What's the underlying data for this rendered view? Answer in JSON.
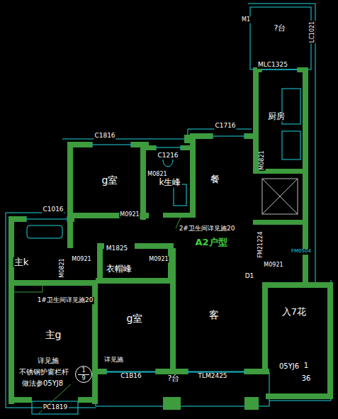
{
  "diagram": {
    "nodes": [
      {
        "text": [
          "1",
          "9"
        ]
      }
    ],
    "labels": [
      "?台",
      "M1",
      "LC1021",
      "MLC1325",
      "厨房",
      "M0821",
      "C1716",
      "C1816",
      "C1216",
      "g室",
      "餐",
      "M0821",
      "k生峰",
      "M0921",
      "2#卫生间详见施20",
      "A2户型",
      "C1016",
      "主k",
      "M0821",
      "M0921",
      "M1825",
      "衣帽峰",
      "M0921",
      "FM21224",
      "FM0504",
      "D1",
      "M0921",
      "1#卫生间详见施20",
      "g室",
      "客",
      "入7花",
      "主g",
      "详见施",
      "不锈钢护窗栏杆",
      "做法参05YJ8",
      "05YJ6",
      "1",
      "36",
      "详见施",
      "C1B16",
      "?台",
      "TLM2425",
      "PC1819"
    ]
  }
}
